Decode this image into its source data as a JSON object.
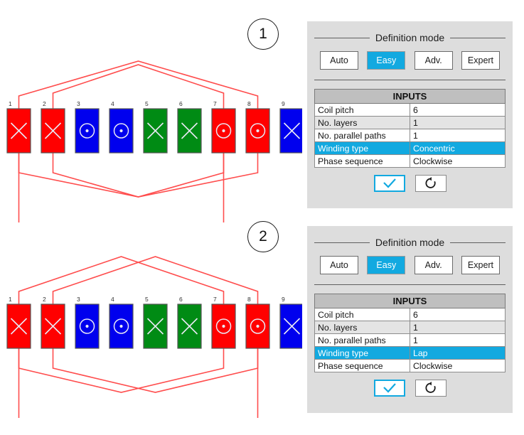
{
  "steps": [
    {
      "badge": "1"
    },
    {
      "badge": "2"
    }
  ],
  "colors": {
    "accent": "#12a9e0",
    "panel_bg": "#dddddd",
    "phase_a": "#ff0000",
    "phase_b": "#0000ee",
    "phase_c": "#008b14",
    "coil_line": "#ff4d4d",
    "table_header_bg": "#bfbfbf",
    "row_alt_bg": "#e4e4e4"
  },
  "diagrams": [
    {
      "id": "diagram-concentric",
      "winding_type": "Concentric",
      "slot_count": 9,
      "slots": [
        {
          "number": "1",
          "color": "#ff0000",
          "phase": "A",
          "marker": "cross"
        },
        {
          "number": "2",
          "color": "#ff0000",
          "phase": "A",
          "marker": "cross"
        },
        {
          "number": "3",
          "color": "#0000ee",
          "phase": "B",
          "marker": "dot"
        },
        {
          "number": "4",
          "color": "#0000ee",
          "phase": "B",
          "marker": "dot"
        },
        {
          "number": "5",
          "color": "#008b14",
          "phase": "C",
          "marker": "cross"
        },
        {
          "number": "6",
          "color": "#008b14",
          "phase": "C",
          "marker": "cross"
        },
        {
          "number": "7",
          "color": "#ff0000",
          "phase": "A",
          "marker": "dot"
        },
        {
          "number": "8",
          "color": "#ff0000",
          "phase": "A",
          "marker": "dot"
        },
        {
          "number": "9",
          "color": "#0000ee",
          "phase": "B",
          "marker": "cross"
        }
      ],
      "coils": [
        {
          "from_slot": 1,
          "to_slot": 8,
          "nesting": "outer"
        },
        {
          "from_slot": 2,
          "to_slot": 7,
          "nesting": "inner"
        }
      ],
      "terminals": [
        {
          "slot": 1,
          "side": "bottom"
        },
        {
          "slot": 7,
          "side": "bottom"
        }
      ]
    },
    {
      "id": "diagram-lap",
      "winding_type": "Lap",
      "slot_count": 9,
      "slots": [
        {
          "number": "1",
          "color": "#ff0000",
          "phase": "A",
          "marker": "cross"
        },
        {
          "number": "2",
          "color": "#ff0000",
          "phase": "A",
          "marker": "cross"
        },
        {
          "number": "3",
          "color": "#0000ee",
          "phase": "B",
          "marker": "dot"
        },
        {
          "number": "4",
          "color": "#0000ee",
          "phase": "B",
          "marker": "dot"
        },
        {
          "number": "5",
          "color": "#008b14",
          "phase": "C",
          "marker": "cross"
        },
        {
          "number": "6",
          "color": "#008b14",
          "phase": "C",
          "marker": "cross"
        },
        {
          "number": "7",
          "color": "#ff0000",
          "phase": "A",
          "marker": "dot"
        },
        {
          "number": "8",
          "color": "#ff0000",
          "phase": "A",
          "marker": "dot"
        },
        {
          "number": "9",
          "color": "#0000ee",
          "phase": "B",
          "marker": "cross"
        }
      ],
      "coils": [
        {
          "from_slot": 1,
          "to_slot": 7,
          "nesting": "crossing"
        },
        {
          "from_slot": 2,
          "to_slot": 8,
          "nesting": "crossing"
        }
      ],
      "terminals": [
        {
          "slot": 1,
          "side": "bottom"
        },
        {
          "slot": 8,
          "side": "bottom"
        }
      ]
    }
  ],
  "panels": [
    {
      "id": "panel-concentric",
      "groupbox_title": "Definition mode",
      "modes": [
        {
          "label": "Auto",
          "active": false
        },
        {
          "label": "Easy",
          "active": true
        },
        {
          "label": "Adv.",
          "active": false
        },
        {
          "label": "Expert",
          "active": false
        }
      ],
      "table": {
        "header": "INPUTS",
        "rows": [
          {
            "label": "Coil pitch",
            "value": "6",
            "selected": false
          },
          {
            "label": "No. layers",
            "value": "1",
            "selected": false
          },
          {
            "label": "No. parallel paths",
            "value": "1",
            "selected": false
          },
          {
            "label": "Winding type",
            "value": "Concentric",
            "selected": true
          },
          {
            "label": "Phase sequence",
            "value": "Clockwise",
            "selected": false
          }
        ]
      },
      "actions": [
        {
          "name": "accept",
          "icon": "check-icon"
        },
        {
          "name": "reset",
          "icon": "refresh-icon"
        }
      ]
    },
    {
      "id": "panel-lap",
      "groupbox_title": "Definition mode",
      "modes": [
        {
          "label": "Auto",
          "active": false
        },
        {
          "label": "Easy",
          "active": true
        },
        {
          "label": "Adv.",
          "active": false
        },
        {
          "label": "Expert",
          "active": false
        }
      ],
      "table": {
        "header": "INPUTS",
        "rows": [
          {
            "label": "Coil pitch",
            "value": "6",
            "selected": false
          },
          {
            "label": "No. layers",
            "value": "1",
            "selected": false
          },
          {
            "label": "No. parallel paths",
            "value": "1",
            "selected": false
          },
          {
            "label": "Winding type",
            "value": "Lap",
            "selected": true
          },
          {
            "label": "Phase sequence",
            "value": "Clockwise",
            "selected": false
          }
        ]
      },
      "actions": [
        {
          "name": "accept",
          "icon": "check-icon"
        },
        {
          "name": "reset",
          "icon": "refresh-icon"
        }
      ]
    }
  ]
}
